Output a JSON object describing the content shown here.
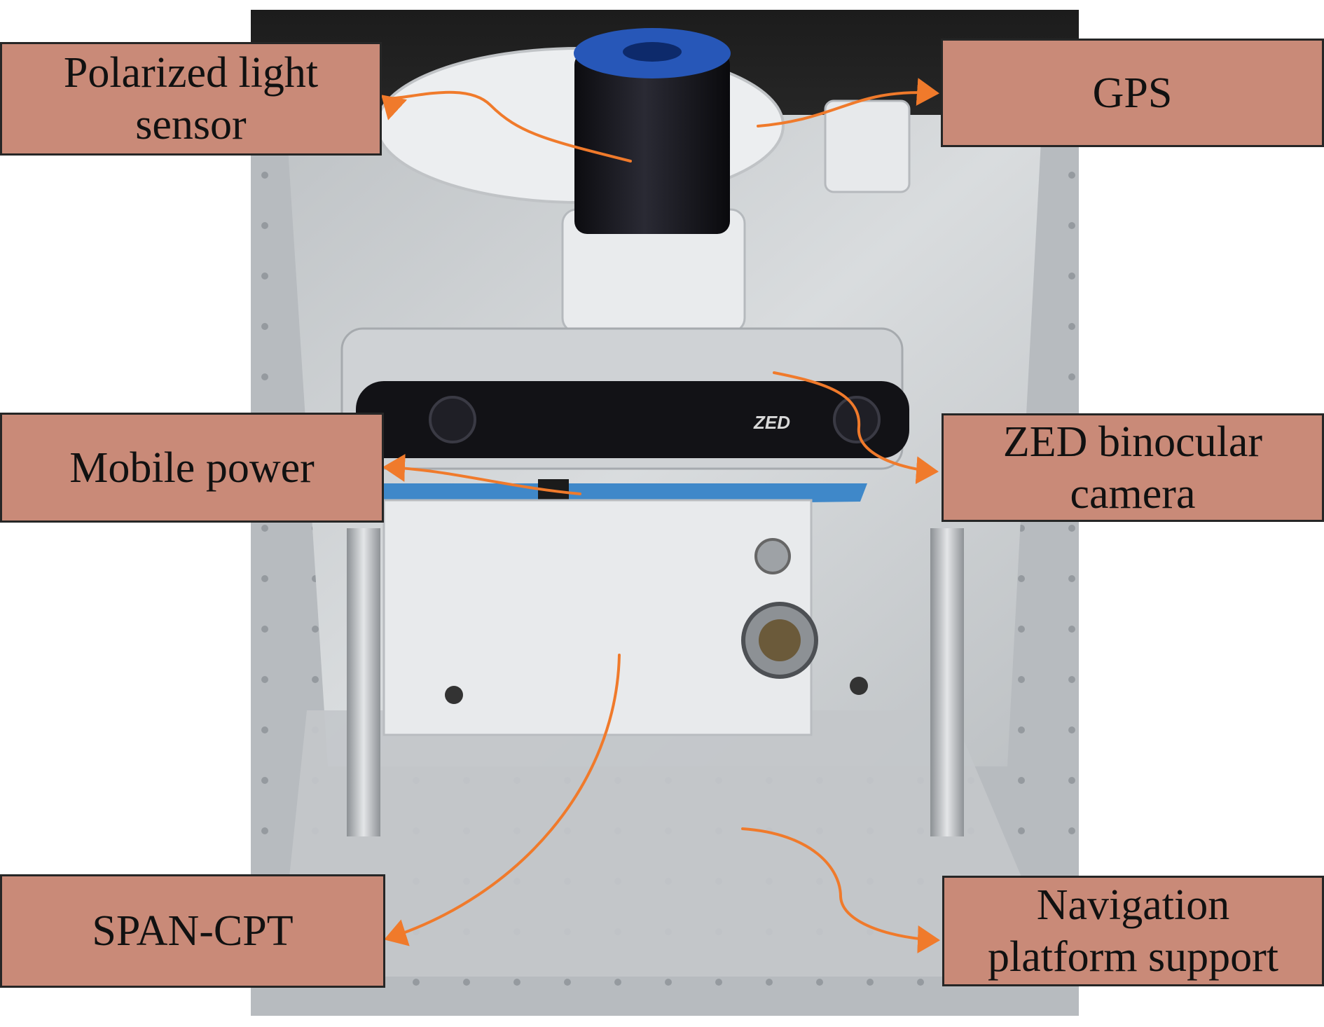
{
  "labels": {
    "polarized": {
      "line1": "Polarized light",
      "line2": "sensor"
    },
    "gps": {
      "text": "GPS"
    },
    "mobile_power": {
      "text": "Mobile power"
    },
    "zed": {
      "line1": "ZED binocular",
      "line2": "camera"
    },
    "span": {
      "text": "SPAN-CPT"
    },
    "navigation": {
      "line1": "Navigation",
      "line2": "platform support"
    }
  },
  "camera_badge": "ZED",
  "colors": {
    "label_fill": "#c98a78",
    "label_border": "#262626",
    "arrow": "#f07a2b",
    "metal": "#c9cdd0"
  }
}
